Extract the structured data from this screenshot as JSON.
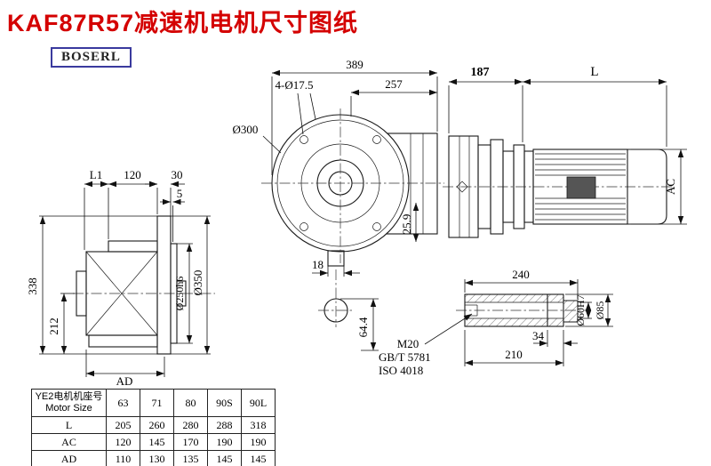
{
  "colors": {
    "title": "#d40000",
    "logo_border": "#3a3a9e"
  },
  "page": {
    "title": "KAF87R57减速机电机尺寸图纸",
    "logo": "BOSERL"
  },
  "front_view": {
    "dim_overall_width": "389",
    "dim_body_width": "257",
    "dim_bolt_holes": "4-Ø17.5",
    "dim_flange_dia": "Ø300",
    "dim_offset": "25.9",
    "dim_boss": "18",
    "dim_shaft_bottom": "64.4"
  },
  "side_view": {
    "dim_l1": "L1",
    "dim_120": "120",
    "dim_30": "30",
    "dim_5": "5",
    "dim_height": "338",
    "dim_center_height": "212",
    "dim_ad": "AD",
    "dim_spigot": "Ø250h6",
    "dim_flange": "Ø350"
  },
  "motor_view": {
    "dim_gearbox_len": "187",
    "dim_motor_len": "L",
    "dim_motor_dia": "AC"
  },
  "shaft_detail": {
    "dim_len": "240",
    "dim_key": "34",
    "dim_usable": "210",
    "dim_bore": "Ø60H7",
    "dim_od": "Ø85",
    "note_thread": "M20",
    "note_std1": "GB/T 5781",
    "note_std2": "ISO 4018"
  },
  "table": {
    "header_cn": "YE2电机机座号",
    "header_en": "Motor Size",
    "columns": [
      "63",
      "71",
      "80",
      "90S",
      "90L"
    ],
    "rows": [
      {
        "label": "L",
        "values": [
          "205",
          "260",
          "280",
          "288",
          "318"
        ]
      },
      {
        "label": "AC",
        "values": [
          "120",
          "145",
          "170",
          "190",
          "190"
        ]
      },
      {
        "label": "AD",
        "values": [
          "110",
          "130",
          "135",
          "145",
          "145"
        ]
      }
    ]
  }
}
